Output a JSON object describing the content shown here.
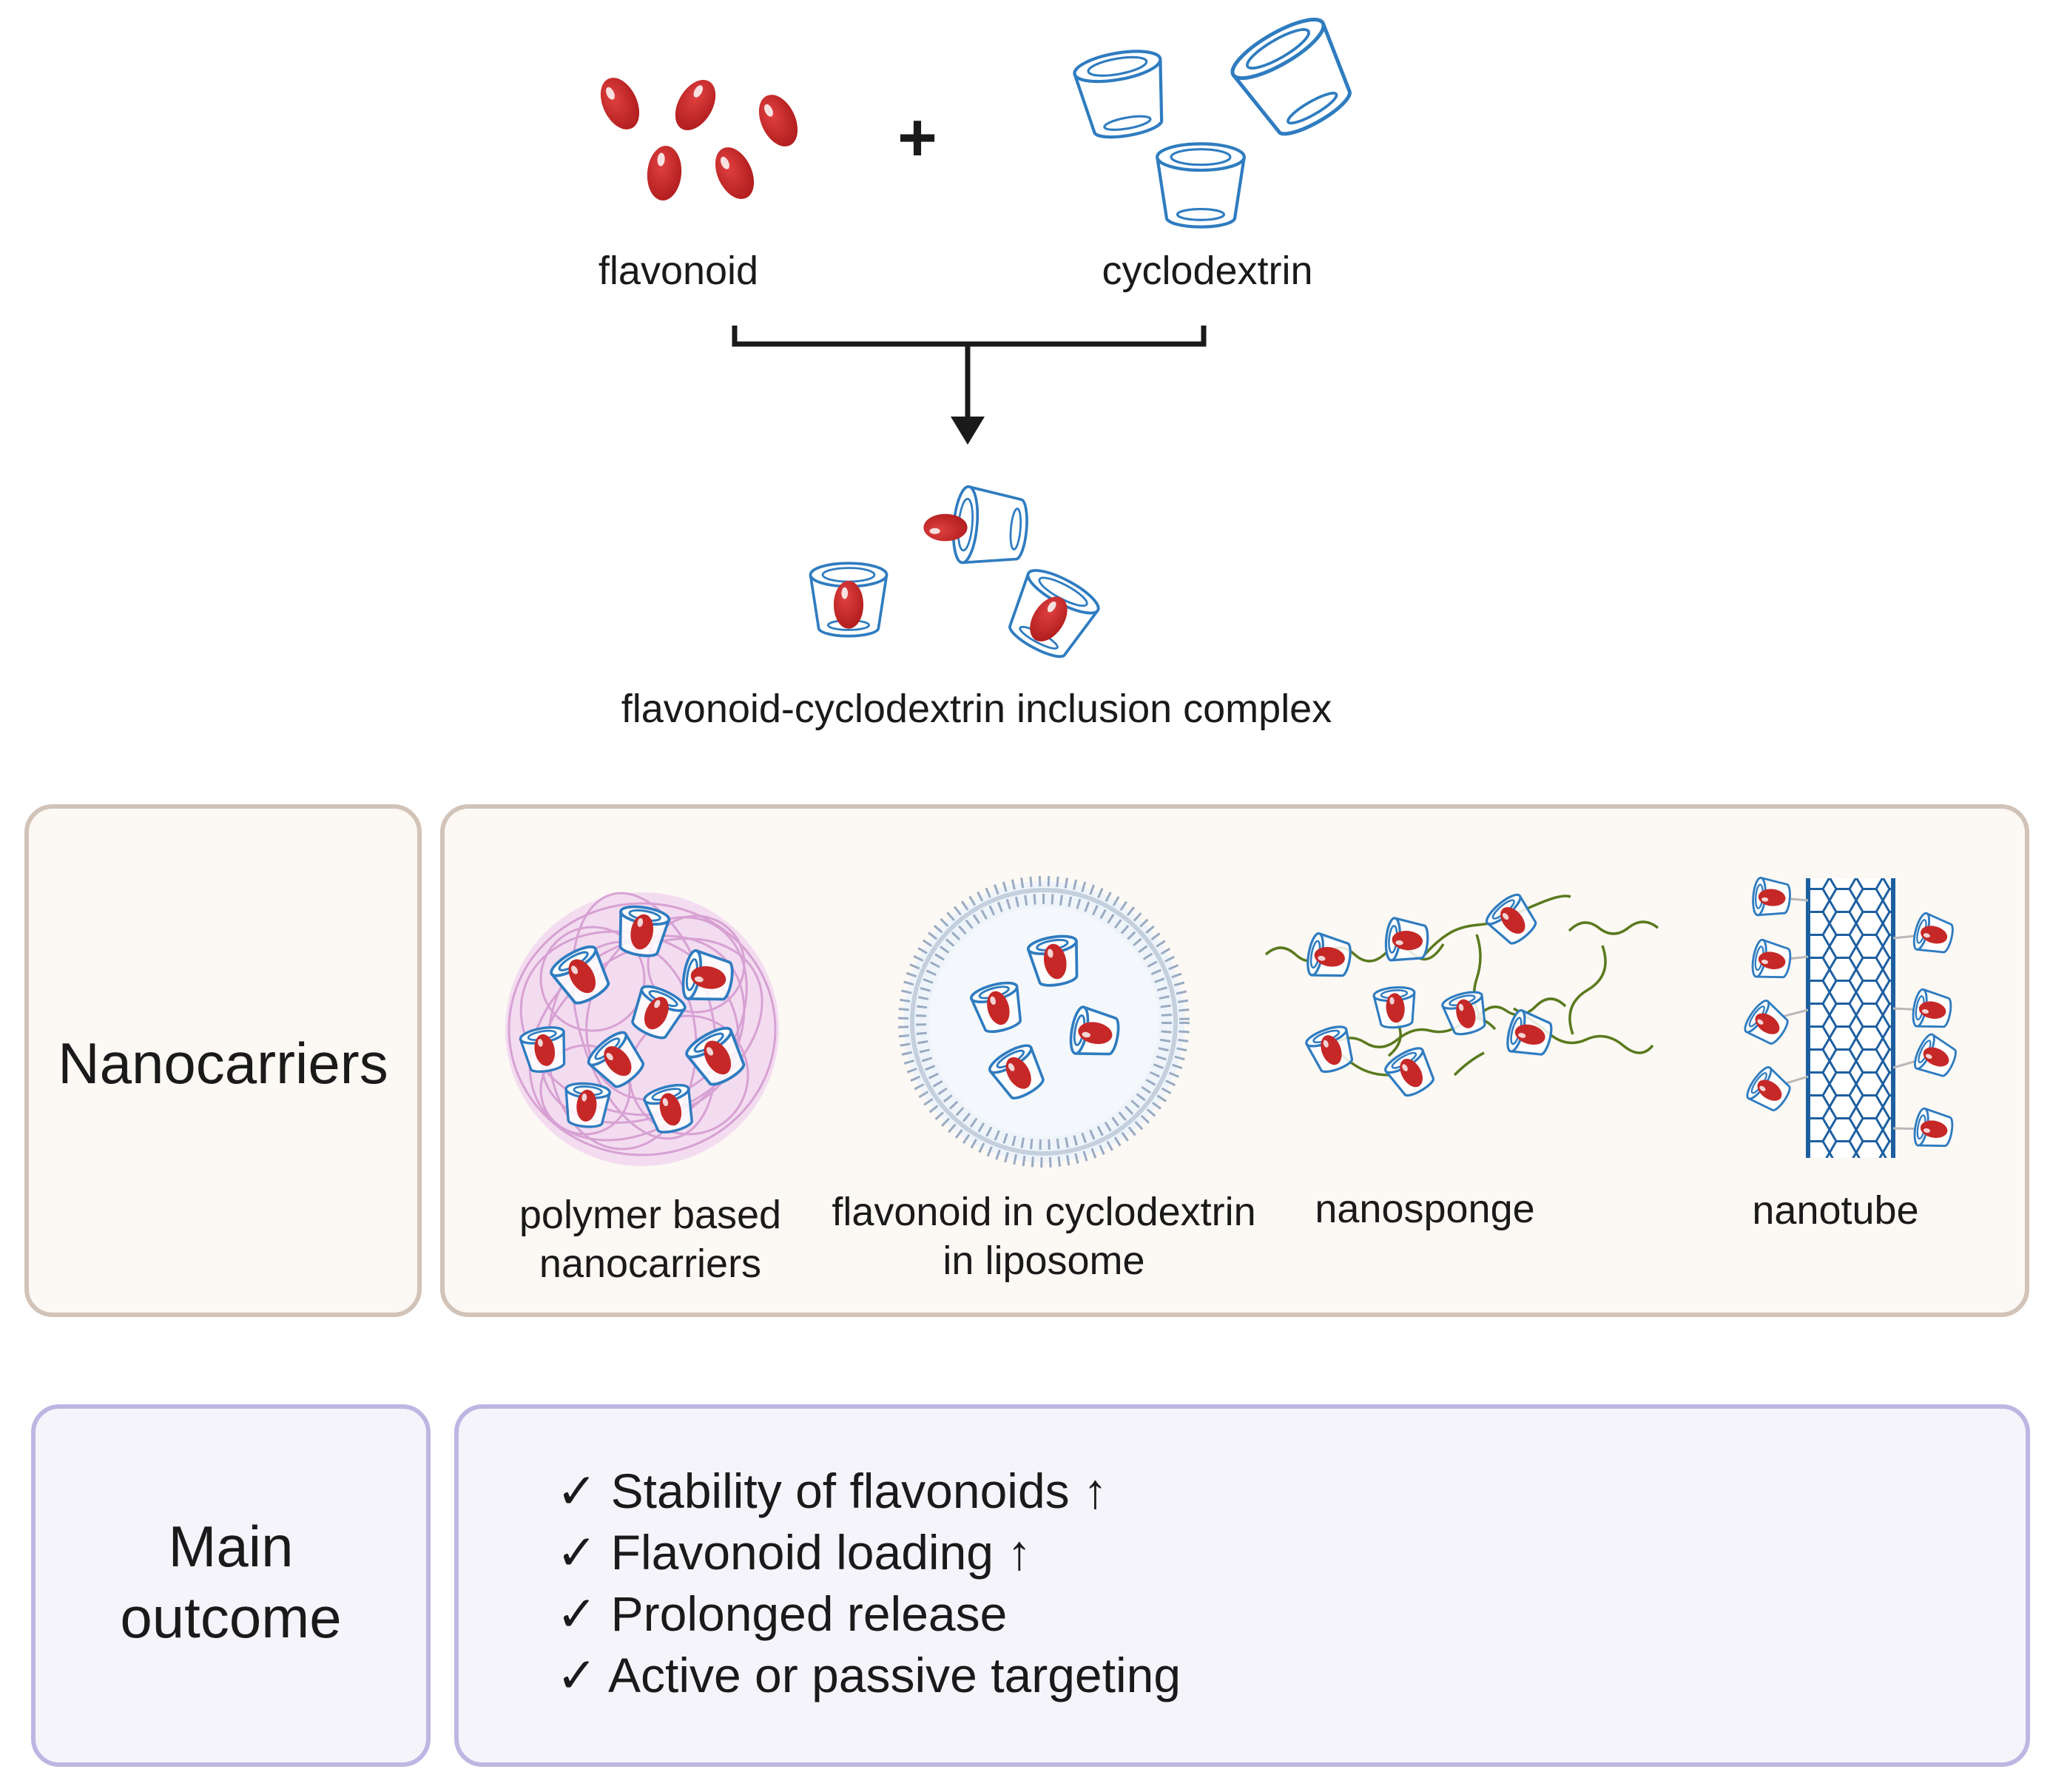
{
  "top": {
    "plus": "+",
    "flavonoid_label": "flavonoid",
    "cyclodextrin_label": "cyclodextrin",
    "complex_label": "flavonoid-cyclodextrin inclusion complex"
  },
  "nanocarriers": {
    "heading": "Nanocarriers",
    "items": [
      {
        "line1": "polymer based",
        "line2": "nanocarriers"
      },
      {
        "line1": "flavonoid in cyclodextrin",
        "line2": "in liposome"
      },
      {
        "line1": "nanosponge",
        "line2": ""
      },
      {
        "line1": "nanotube",
        "line2": ""
      }
    ]
  },
  "outcome": {
    "heading_line1": "Main",
    "heading_line2": "outcome",
    "points": [
      "✓ Stability of flavonoids ↑",
      "✓ Flavonoid loading ↑",
      "✓ Prolonged release",
      "✓ Active or passive targeting"
    ]
  },
  "colors": {
    "flavonoid": "#c62828",
    "cyclodextrin": "#2f7cc0",
    "nanocarrier_border": "#d2c3b8",
    "outcome_border": "#bcb7e2"
  }
}
